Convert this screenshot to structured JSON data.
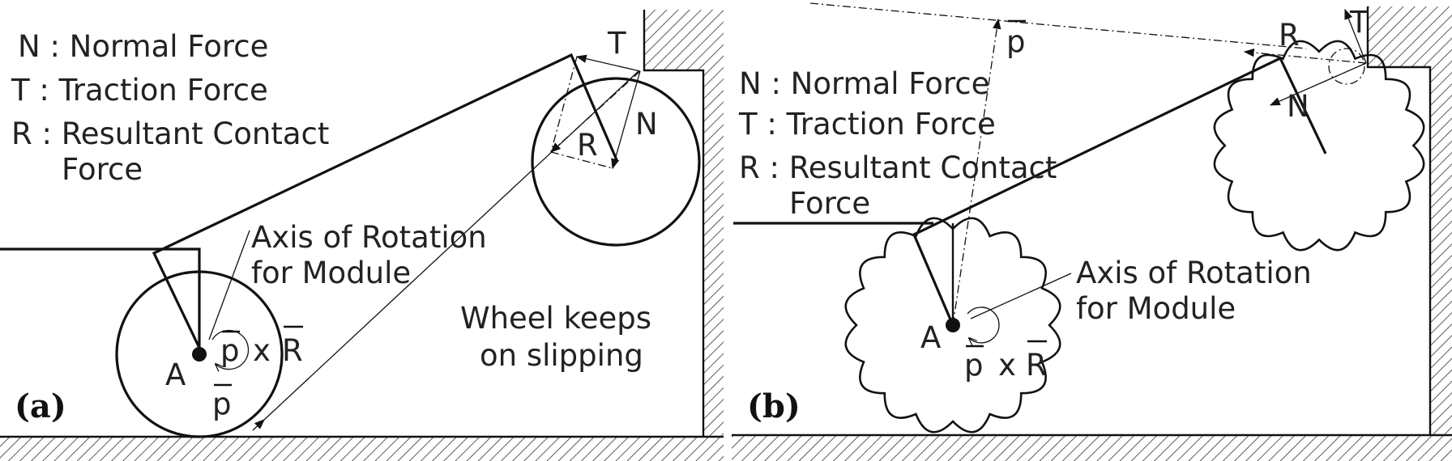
{
  "panel_a": {
    "label": "(a)",
    "legend": {
      "normal": "N : Normal Force",
      "traction": "T  : Traction Force",
      "resultant_1": "R : Resultant Contact",
      "resultant_2": "Force"
    },
    "axis_label_1": "Axis of Rotation",
    "axis_label_2": "for Module",
    "point_label": "A",
    "cross_p": "p",
    "cross_x": "x",
    "cross_r": "R",
    "vector_p": "p",
    "force_t": "T",
    "force_n": "N",
    "force_r": "R",
    "note_1": "Wheel keeps",
    "note_2": "on slipping"
  },
  "panel_b": {
    "label": "(b)",
    "legend": {
      "normal": "N : Normal Force",
      "traction": "T  : Traction Force",
      "resultant_1": "R : Resultant Contact",
      "resultant_2": "Force"
    },
    "axis_label_1": "Axis of Rotation",
    "axis_label_2": "for Module",
    "point_label": "A",
    "cross_p": "p",
    "cross_x": "x",
    "cross_r": "R",
    "vector_p": "p",
    "force_t": "T",
    "force_n": "N",
    "force_r": "R"
  }
}
